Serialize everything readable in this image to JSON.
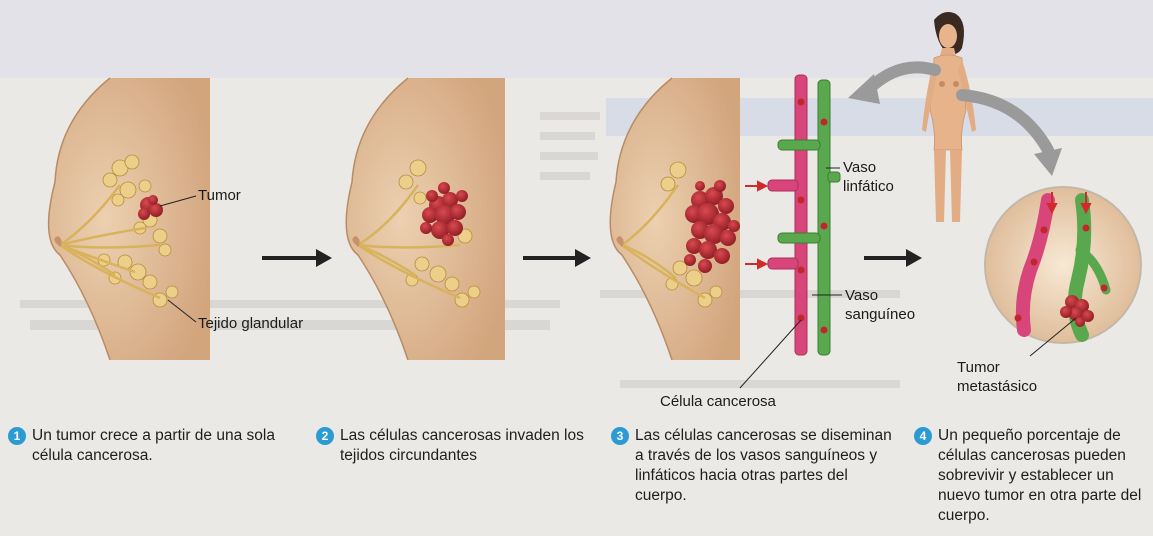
{
  "stage1": {
    "label_tumor": "Tumor",
    "label_tissue": "Tejido glandular",
    "caption_number": "1",
    "caption": "Un tumor crece a partir de una sola célula cancerosa."
  },
  "stage2": {
    "caption_number": "2",
    "caption": "Las células cancerosas invaden los tejidos circundantes"
  },
  "stage3": {
    "label_lymph": "Vaso linfático",
    "label_blood": "Vaso sanguíneo",
    "label_cell": "Célula cancerosa",
    "caption_number": "3",
    "caption": "Las células cancerosas se diseminan a través de los vasos sanguíneos y linfáticos hacia otras partes del cuerpo."
  },
  "stage4": {
    "label_metastasis": "Tumor metastásico",
    "caption_number": "4",
    "caption": "Un pequeño porcentaje de células cancerosas pueden sobrevivir y establecer un nuevo tumor en otra parte del cuerpo."
  },
  "colors": {
    "breast": "#e1bc98",
    "gland": "#e8cc85",
    "tumor": "#b8262c",
    "blood_vessel": "#d8457a",
    "lymph_vessel": "#5aa84e",
    "caption_number_bg": "#2c9ad3"
  }
}
